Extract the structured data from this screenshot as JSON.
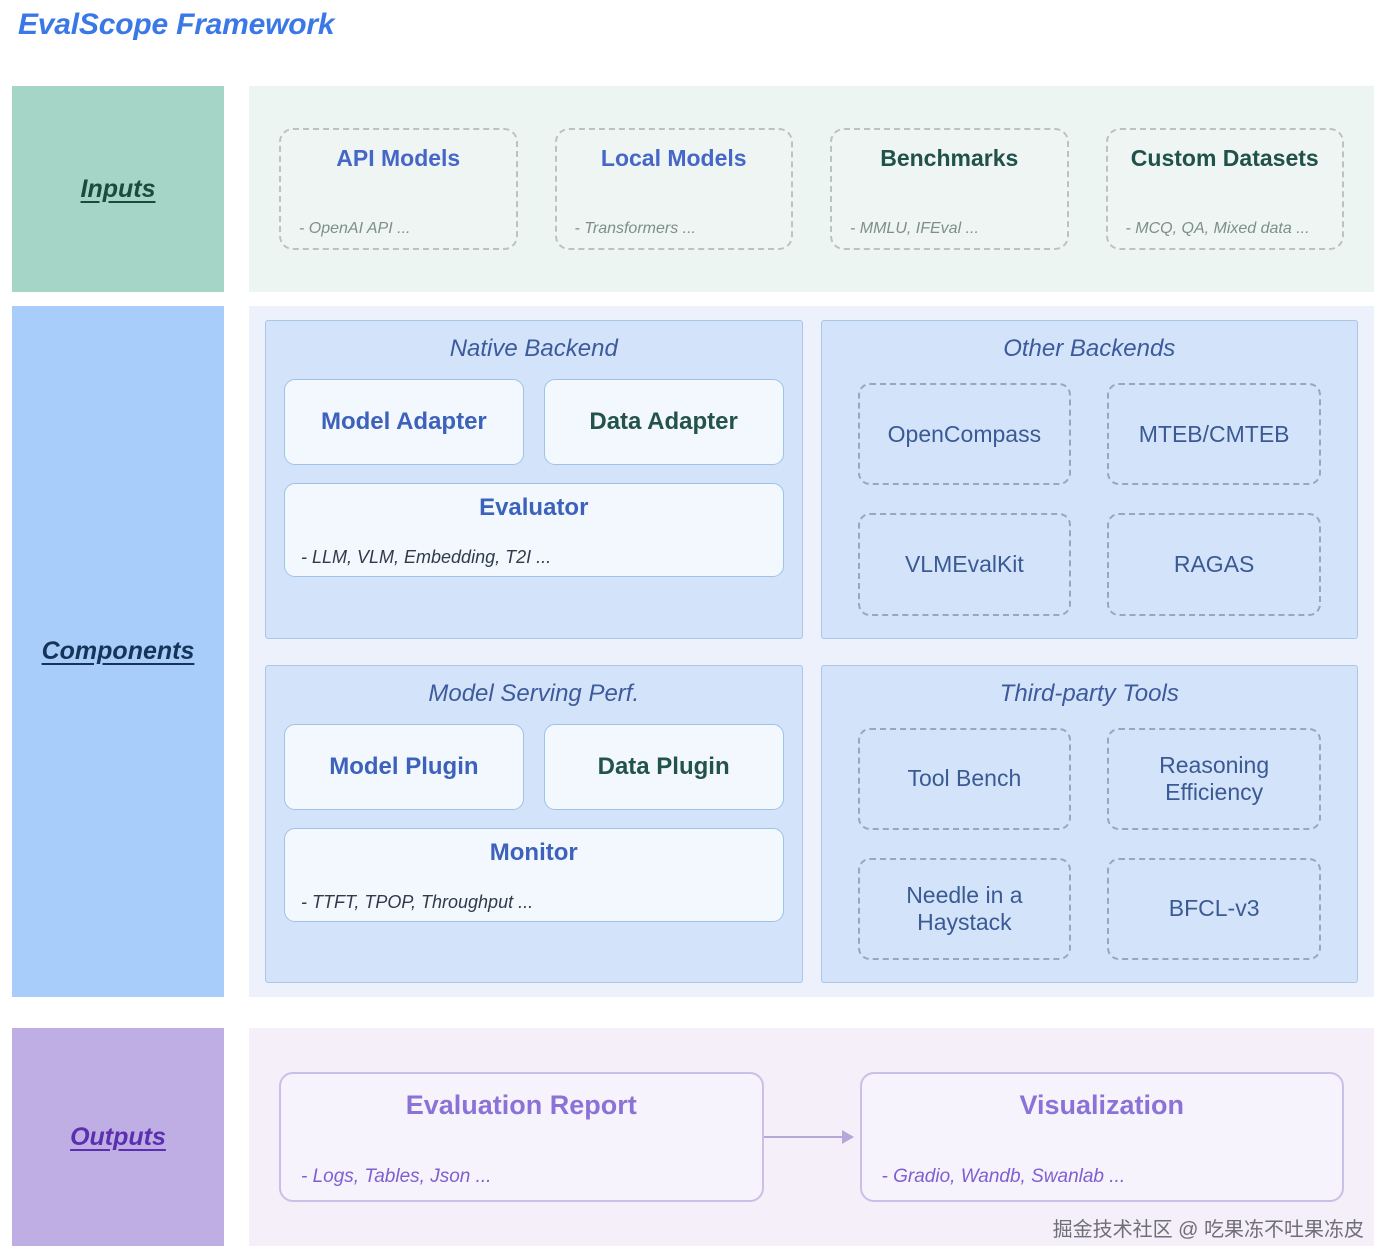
{
  "title": "EvalScope Framework",
  "sections": {
    "inputs": {
      "label": "Inputs",
      "cards": [
        {
          "title": "API Models",
          "subtitle": "- OpenAI API ...",
          "tone": "blue"
        },
        {
          "title": "Local Models",
          "subtitle": "- Transformers ...",
          "tone": "blue"
        },
        {
          "title": "Benchmarks",
          "subtitle": "- MMLU, IFEval ...",
          "tone": "green"
        },
        {
          "title": "Custom Datasets",
          "subtitle": "- MCQ, QA, Mixed data ...",
          "tone": "green"
        }
      ]
    },
    "components": {
      "label": "Components",
      "native_backend": {
        "title": "Native Backend",
        "boxes": [
          {
            "label": "Model Adapter",
            "tone": "blue"
          },
          {
            "label": "Data Adapter",
            "tone": "green"
          }
        ],
        "wide": {
          "title": "Evaluator",
          "subtitle": "- LLM, VLM, Embedding, T2I ..."
        }
      },
      "other_backends": {
        "title": "Other Backends",
        "tiles": [
          "OpenCompass",
          "MTEB/CMTEB",
          "VLMEvalKit",
          "RAGAS"
        ]
      },
      "serving_perf": {
        "title": "Model  Serving Perf.",
        "boxes": [
          {
            "label": "Model Plugin",
            "tone": "blue"
          },
          {
            "label": "Data Plugin",
            "tone": "green"
          }
        ],
        "wide": {
          "title": "Monitor",
          "subtitle": "- TTFT, TPOP, Throughput ..."
        }
      },
      "third_party": {
        "title": "Third-party Tools",
        "tiles": [
          "Tool Bench",
          "Reasoning Efficiency",
          "Needle in a Haystack",
          "BFCL-v3"
        ]
      }
    },
    "outputs": {
      "label": "Outputs",
      "boxes": [
        {
          "title": "Evaluation Report",
          "subtitle": "- Logs, Tables, Json ..."
        },
        {
          "title": "Visualization",
          "subtitle": "- Gradio, Wandb, Swanlab ..."
        }
      ]
    }
  },
  "watermark": "掘金技术社区 @ 吃果冻不吐果冻皮",
  "colors": {
    "title": "#3b78e7",
    "inputs_band": "#a5d5c6",
    "components_band": "#a8cdfa",
    "outputs_band": "#bfaee4",
    "accent_blue": "#3d62bb",
    "accent_green": "#23534b",
    "accent_purple": "#8b72d6"
  }
}
